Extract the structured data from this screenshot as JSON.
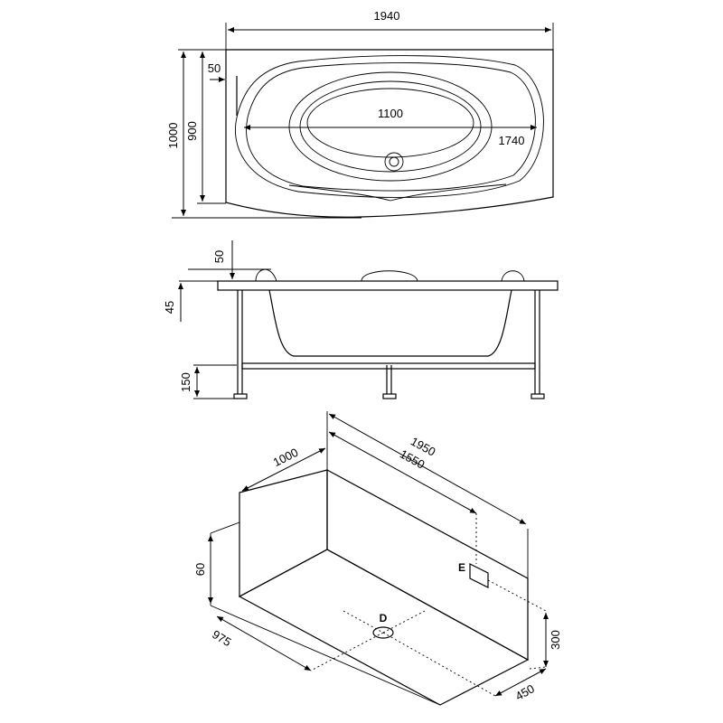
{
  "top_view": {
    "dims": {
      "total_length": "1940",
      "total_width": "1000",
      "inner_width": "900",
      "rim_offset": "50",
      "inner_length_short": "1100",
      "inner_length_long": "1740"
    }
  },
  "side_view": {
    "dims": {
      "rim_thickness": "50",
      "skirt_offset": "45",
      "leg_height": "150"
    }
  },
  "iso_view": {
    "dims": {
      "niche_depth": "1000",
      "niche_length_outer": "1950",
      "niche_length_inner": "1550",
      "wall_height": "60",
      "floor_width": "975",
      "drain_height": "300",
      "drain_offset": "450"
    },
    "labels": {
      "drain": "D",
      "electric": "E"
    }
  }
}
